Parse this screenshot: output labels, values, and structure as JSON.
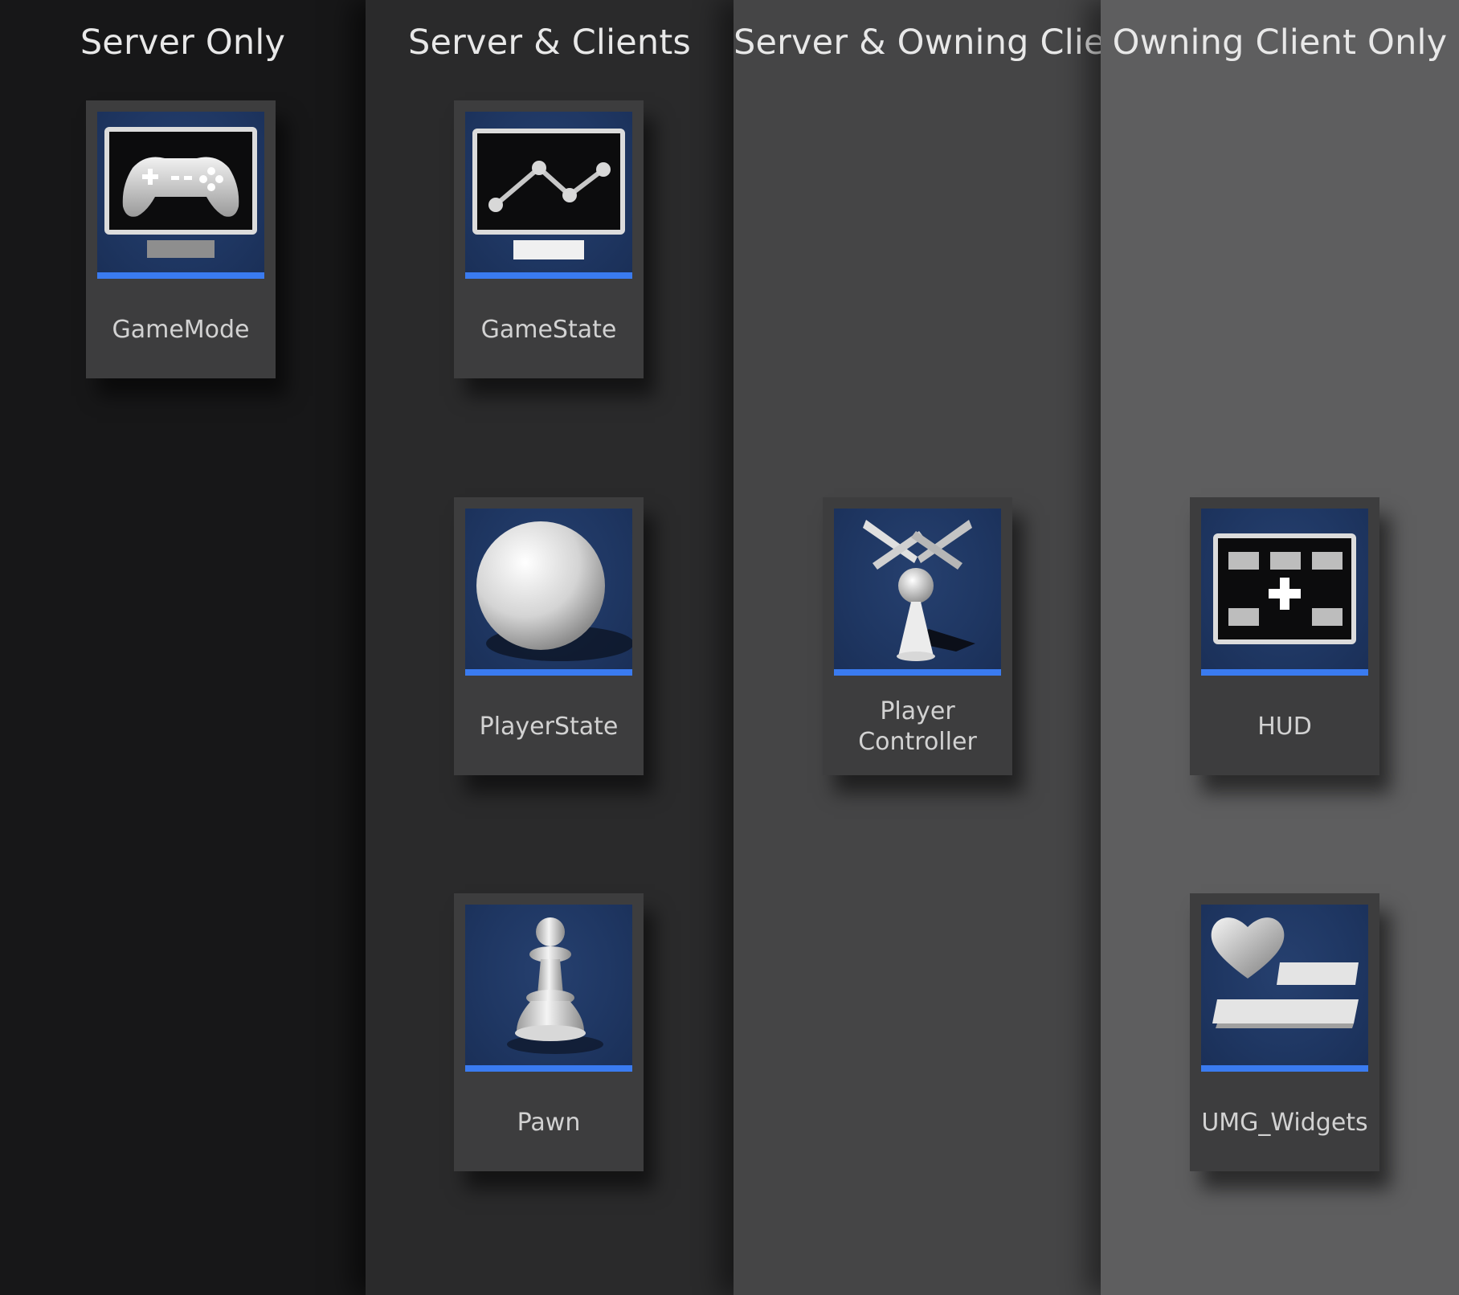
{
  "columns": [
    {
      "title": "Server Only"
    },
    {
      "title": "Server & Clients"
    },
    {
      "title": "Server & Owning Client"
    },
    {
      "title": "Owning Client Only"
    }
  ],
  "cards": {
    "gamemode": {
      "label": "GameMode",
      "icon": "gamepad-monitor-icon"
    },
    "gamestate": {
      "label": "GameState",
      "icon": "line-chart-monitor-icon"
    },
    "playerstate": {
      "label": "PlayerState",
      "icon": "sphere-icon"
    },
    "pawn": {
      "label": "Pawn",
      "icon": "pawn-icon"
    },
    "player_controller": {
      "label": "Player\nController",
      "icon": "player-controller-icon"
    },
    "hud": {
      "label": "HUD",
      "icon": "hud-layout-icon"
    },
    "umg_widgets": {
      "label": "UMG_Widgets",
      "icon": "heart-widget-icon"
    }
  },
  "colors": {
    "thumbnail_background": "#1f3763",
    "accent_bar": "#3a7bf0",
    "card_background": "#3d3d3e",
    "label_text": "#d2d2d2",
    "title_text": "#e8e8e8"
  }
}
